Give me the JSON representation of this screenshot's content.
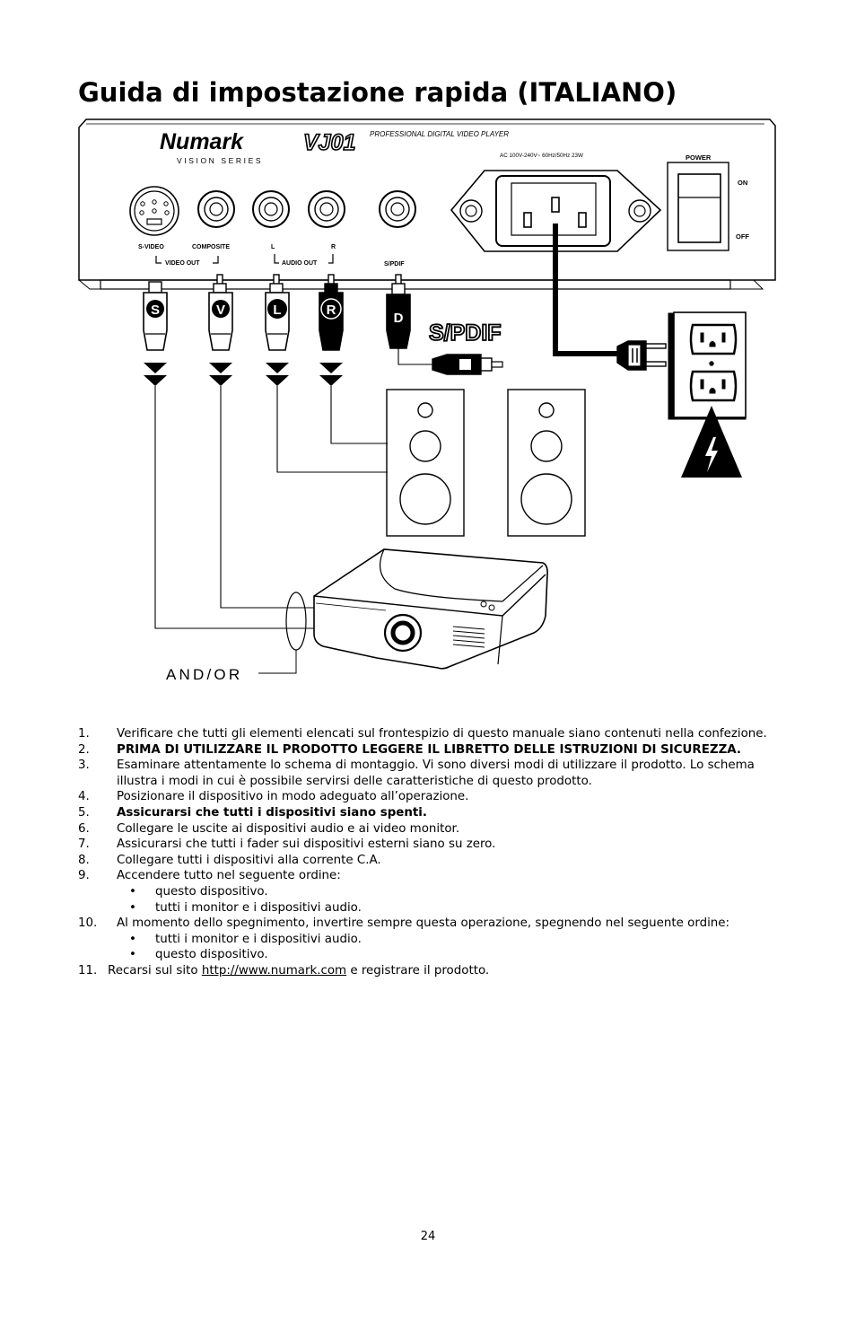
{
  "page": {
    "title": "Guida di impostazione rapida (ITALIANO)",
    "page_number": "24"
  },
  "diagram": {
    "brand": "Numark",
    "brand_sub": "VISION SERIES",
    "model": "VJ01",
    "model_desc": "PROFESSIONAL DIGITAL VIDEO PLAYER",
    "power_rating": "AC 100V-240V~ 60Hz/50Hz 23W",
    "power_label": "POWER",
    "on_label": "ON",
    "off_label": "OFF",
    "svideo_label": "S-VIDEO",
    "composite_label": "COMPOSITE",
    "l_label": "L",
    "r_label": "R",
    "spdif_small_label": "S/PDIF",
    "video_out_label": "VIDEO OUT",
    "audio_out_label": "AUDIO OUT",
    "plug_s": "S",
    "plug_v": "V",
    "plug_l": "L",
    "plug_r": "R",
    "plug_d": "D",
    "spdif_big_label": "S/PDIF",
    "and_or_label": "AND/OR"
  },
  "steps": [
    {
      "n": "1.",
      "text": "Verificare che tutti gli elementi elencati sul frontespizio di questo manuale siano contenuti nella confezione."
    },
    {
      "n": "2.",
      "text": "PRIMA DI UTILIZZARE IL PRODOTTO LEGGERE IL LIBRETTO DELLE ISTRUZIONI DI SICUREZZA."
    },
    {
      "n": "3.",
      "text": "Esaminare attentamente lo schema di montaggio. Vi sono diversi modi di utilizzare il prodotto. Lo schema illustra i modi in cui è possibile servirsi delle caratteristiche di questo prodotto."
    },
    {
      "n": "4.",
      "text": "Posizionare il dispositivo in modo adeguato all’operazione."
    },
    {
      "n": "5.",
      "text": "Assicurarsi che tutti i dispositivi siano spenti."
    },
    {
      "n": "6.",
      "text": "Collegare le uscite ai dispositivi audio e ai video monitor."
    },
    {
      "n": "7.",
      "text": "Assicurarsi che tutti i fader sui dispositivi esterni siano su zero."
    },
    {
      "n": "8.",
      "text": "Collegare tutti i dispositivi alla corrente C.A."
    },
    {
      "n": "9.",
      "text": "Accendere tutto nel seguente ordine:",
      "bullets": [
        "questo dispositivo.",
        "tutti i monitor e i dispositivi audio."
      ]
    },
    {
      "n": "10.",
      "text": "Al momento dello spegnimento, invertire sempre questa operazione, spegnendo nel seguente ordine:",
      "bullets": [
        "tutti i monitor e i dispositivi audio.",
        "questo dispositivo."
      ]
    },
    {
      "n": "11.",
      "text_pre": "Recarsi sul sito",
      "link": "http://www.numark.com",
      "text_post": "e registrare il prodotto."
    }
  ],
  "bullet_char": "•"
}
